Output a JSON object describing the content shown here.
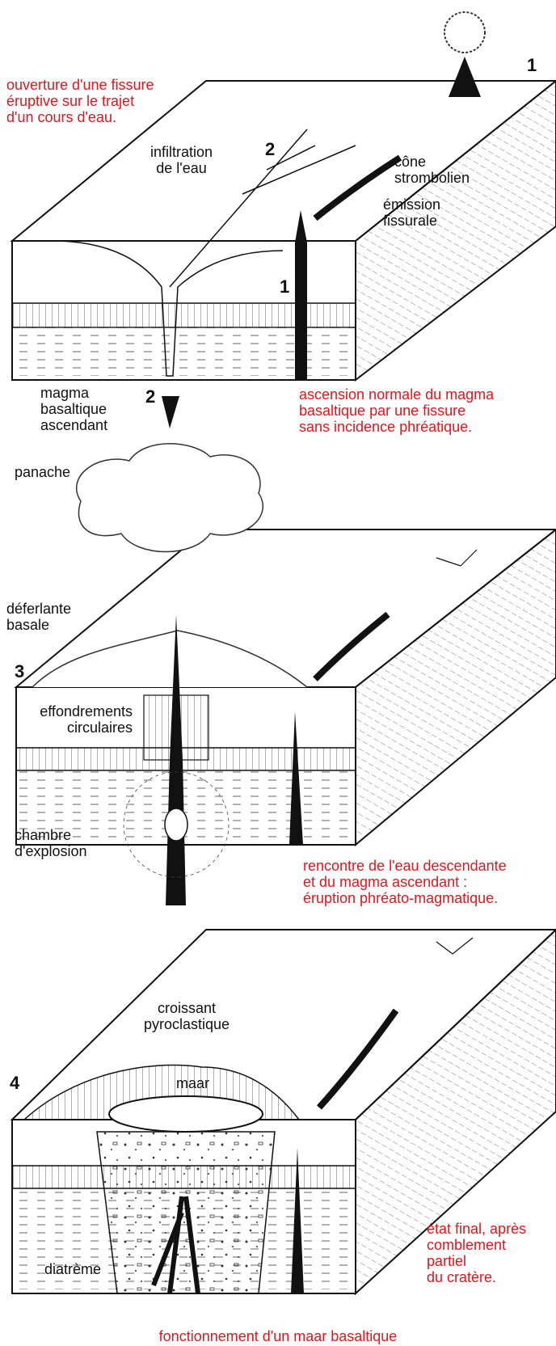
{
  "colors": {
    "annotation": "#e8141c",
    "ink": "#111111"
  },
  "panel1": {
    "caption_top": "ouverture d'une fissure\néruptive sur le trajet\nd'un cours d'eau.",
    "label_infiltration": "infiltration\nde l'eau",
    "label_cone": "cône\nstrombolien",
    "label_emission": "émission\nfissurale",
    "label_magma": "magma\nbasaltique\nascendant",
    "caption_bottom": "ascension normale du magma\nbasaltique par une fissure\nsans incidence phréatique.",
    "num_1": "1",
    "num_2": "2"
  },
  "panel2": {
    "label_panache": "panache",
    "label_deferlante": "déferlante\nbasale",
    "label_effondrements": "effondrements\ncirculaires",
    "label_chambre": "chambre\nd'explosion",
    "caption": "rencontre de l'eau descendante\net du magma ascendant :\néruption phréato-magmatique.",
    "num_3": "3"
  },
  "panel3": {
    "label_croissant": "croissant\npyroclastique",
    "label_maar": "maar",
    "label_diatreme": "diatrème",
    "caption": "état final, après\ncomblement\npartiel\ndu cratère.",
    "num_4": "4"
  },
  "figure_caption": "fonctionnement d'un maar basaltique"
}
